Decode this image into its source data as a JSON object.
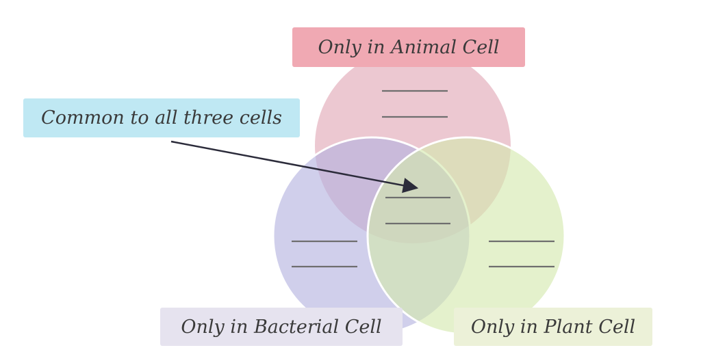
{
  "labels": {
    "animal": "Only in Animal Cell",
    "common": "Common to all three cells",
    "bacterial": "Only in Bacterial Cell",
    "plant": "Only in Plant Cell"
  },
  "colors": {
    "animal_circle": "#e7b9c4",
    "bacterial_circle": "#b3b2de",
    "plant_circle": "#d4e8ad",
    "animal_label_bg": "#f0a9b3",
    "common_label_bg": "#bfe8f3",
    "bacterial_label_bg": "#e6e3ef",
    "plant_label_bg": "#ecf1d8",
    "blank_line": "#6e6e6e",
    "arrow": "#2b2b3a"
  }
}
